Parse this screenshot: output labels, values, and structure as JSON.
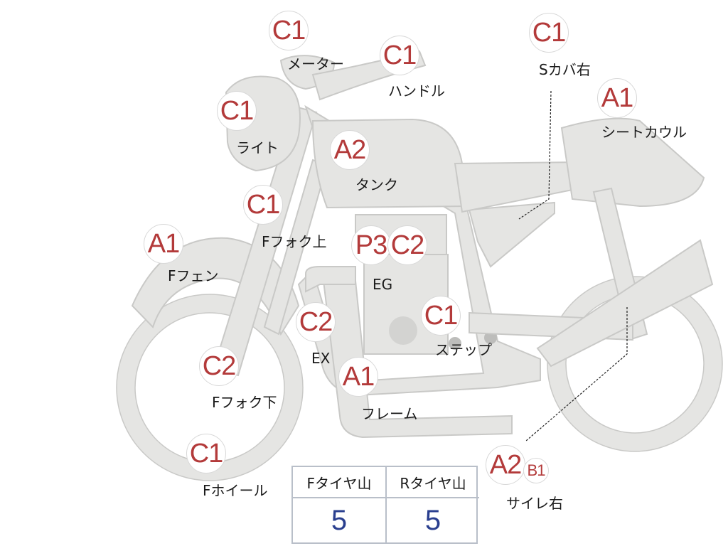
{
  "parts": [
    {
      "id": "meter",
      "grade": "C1",
      "label": "メーター"
    },
    {
      "id": "handle",
      "grade": "C1",
      "label": "ハンドル"
    },
    {
      "id": "side-cover-right",
      "grade": "C1",
      "label": "Sカバ右"
    },
    {
      "id": "seat-cowl",
      "grade": "A1",
      "label": "シートカウル"
    },
    {
      "id": "light",
      "grade": "C1",
      "label": "ライト"
    },
    {
      "id": "tank",
      "grade": "A2",
      "label": "タンク"
    },
    {
      "id": "front-fork-upper",
      "grade": "C1",
      "label": "Fフォク上"
    },
    {
      "id": "front-fender",
      "grade": "A1",
      "label": "Fフェン"
    },
    {
      "id": "engine",
      "grades": [
        "P3",
        "C2"
      ],
      "label": "EG"
    },
    {
      "id": "exhaust",
      "grade": "C2",
      "label": "EX"
    },
    {
      "id": "step",
      "grade": "C1",
      "label": "ステップ"
    },
    {
      "id": "front-fork-lower",
      "grade": "C2",
      "label": "Fフォク下"
    },
    {
      "id": "frame",
      "grade": "A1",
      "label": "フレーム"
    },
    {
      "id": "front-wheel",
      "grade": "C1",
      "label": "Fホイール"
    },
    {
      "id": "silencer-right",
      "grades": [
        "A2",
        "B1"
      ],
      "label": "サイレ右"
    }
  ],
  "tire_table": {
    "headers": [
      "Fタイヤ山",
      "Rタイヤ山"
    ],
    "values": [
      "5",
      "5"
    ]
  },
  "colors": {
    "part_fill": "#e5e5e3",
    "part_stroke": "#c9c9c7",
    "grade_text": "#b33a3a",
    "value_text": "#2a3f8f"
  }
}
